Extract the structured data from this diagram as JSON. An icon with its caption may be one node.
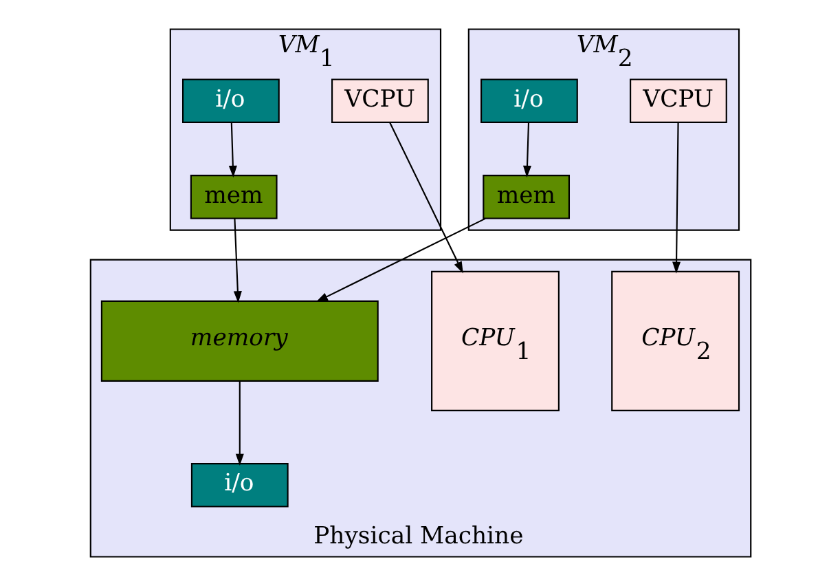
{
  "diagram": {
    "nodes": [
      {
        "text": [
          "VM$_{1}$"
        ]
      },
      {
        "text": [
          "i/o"
        ],
        "in": 0
      },
      {
        "text": [
          "VCPU"
        ],
        "in": 0
      },
      {
        "text": [
          "mem"
        ],
        "in": 0
      },
      {
        "text": [
          "VM$_{2}$"
        ]
      },
      {
        "text": [
          "i/o"
        ],
        "in": 4
      },
      {
        "text": [
          "mem"
        ],
        "in": 4
      },
      {
        "text": [
          "VCPU"
        ],
        "in": 4
      },
      {
        "text": [
          "Physical Machine"
        ]
      },
      {
        "text": [
          "CPU$_{1}$"
        ],
        "in": 8
      },
      {
        "text": [
          "memory"
        ],
        "in": 8
      },
      {
        "text": [
          "i/o"
        ],
        "in": 8
      },
      {
        "text": [
          "CPU$_{2}$"
        ],
        "in": 8
      }
    ],
    "edges": [
      {
        "from": 1,
        "to": 3,
        "arrow": "to"
      },
      {
        "from": 5,
        "to": 6,
        "arrow": "to"
      },
      {
        "from": 2,
        "to": 9,
        "arrow": "to"
      },
      {
        "from": 3,
        "to": 10,
        "arrow": "to"
      },
      {
        "from": 6,
        "to": 10,
        "arrow": "to"
      },
      {
        "from": 7,
        "to": 12,
        "arrow": "to"
      },
      {
        "from": 10,
        "to": 11,
        "arrow": "to"
      }
    ]
  }
}
